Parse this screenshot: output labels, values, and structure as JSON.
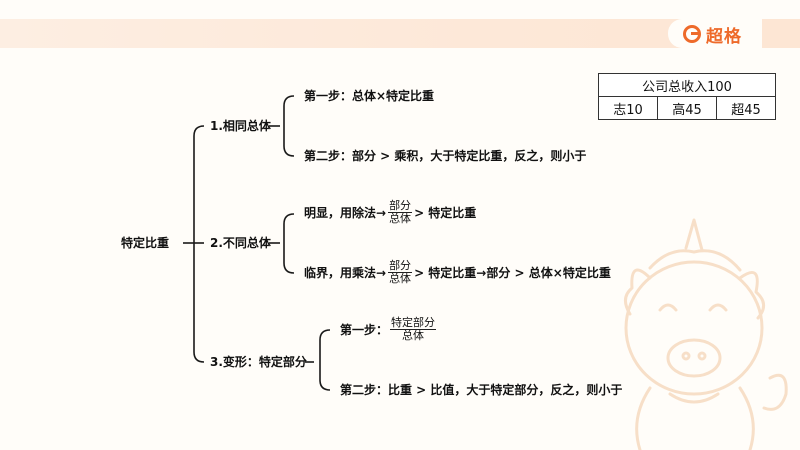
{
  "brand": {
    "logo_text": "超格"
  },
  "table": {
    "header": "公司总收入100",
    "cells": [
      "志10",
      "高45",
      "超45"
    ]
  },
  "diagram": {
    "root": "特定比重",
    "branch1": {
      "label": "1.相同总体",
      "step1": "第一步：总体×特定比重",
      "step2": "第二步：部分 > 乘积，大于特定比重，反之，则小于"
    },
    "branch2": {
      "label": "2.不同总体",
      "case1_prefix": "明显，用除法→",
      "case1_num": "部分",
      "case1_den": "总体",
      "case1_suffix": "> 特定比重",
      "case2_prefix": "临界，用乘法→",
      "case2_num": "部分",
      "case2_den": "总体",
      "case2_suffix": "> 特定比重→部分 > 总体×特定比重"
    },
    "branch3": {
      "label": "3.变形：特定部分",
      "step1_prefix": "第一步：",
      "step1_num": "特定部分",
      "step1_den": "总体",
      "step2": "第二步：比重 > 比值，大于特定部分，反之，则小于"
    }
  },
  "colors": {
    "accent": "#ee6a2a",
    "bar": "#fde8d8"
  }
}
